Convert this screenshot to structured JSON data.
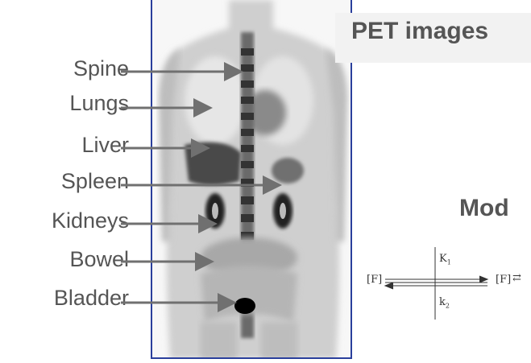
{
  "title": "PET images",
  "labels": [
    "Spine",
    "Lungs",
    "Liver",
    "Spleen",
    "Kidneys",
    "Bowel",
    "Bladder"
  ],
  "model_title": "Mod",
  "compartment": {
    "left": "[F]",
    "right": "[F]",
    "k_top": "K",
    "k_top_sub": "1",
    "k_bottom": "k",
    "k_bottom_sub": "2",
    "right_arrow": "⇄"
  }
}
